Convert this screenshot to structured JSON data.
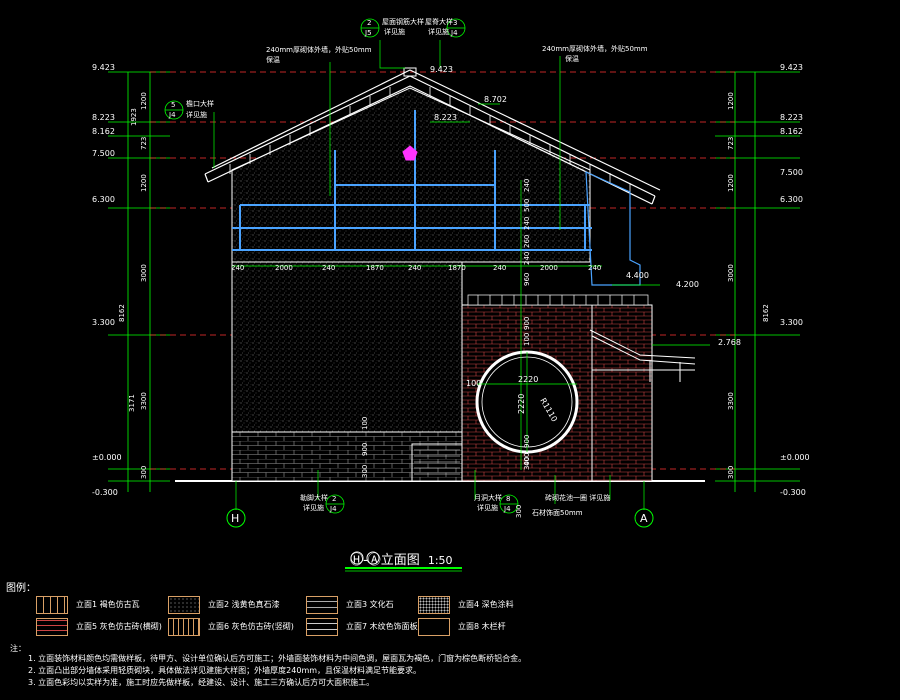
{
  "drawing": {
    "title": "Ⓗ-Ⓐ立面图",
    "scale": "1:50",
    "callouts": {
      "top_left_ref": "2",
      "top_left_sheet": "J5",
      "top_left_label_a": "屋面钢筋大样",
      "top_left_label_b": "详见施",
      "top_right_ref": "3",
      "top_right_sheet": "J4",
      "top_right_label_a": "屋脊大样",
      "top_right_label_b": "详见施",
      "wall_note_left": "240mm厚砌体外墙，外贴50mm",
      "wall_note_left_b": "保温",
      "wall_note_right": "240mm厚砌体外墙，外贴50mm",
      "wall_note_right_b": "保温",
      "eave_ref": "5",
      "eave_sheet": "J4",
      "eave_label_a": "檐口大样",
      "eave_label_b": "详见施",
      "base_left_ref": "2",
      "base_left_sheet": "J4",
      "base_left_label_a": "勒脚大样",
      "base_left_label_b": "详见施",
      "base_mid_ref": "8",
      "base_mid_sheet": "J4",
      "base_mid_label_a": "月洞大样",
      "base_mid_label_b": "详见施",
      "base_right_label": "砖砌花池一圈  详见施",
      "base_right_label_b": "石材饰面50mm"
    },
    "elevations": {
      "left": [
        "9.423",
        "8.223",
        "8.162",
        "7.500",
        "6.300",
        "3.300",
        "±0.000",
        "-0.300"
      ],
      "right": [
        "9.423",
        "8.223",
        "8.162",
        "7.500",
        "6.300",
        "3.300",
        "±0.000",
        "-0.300"
      ],
      "inner": [
        "9.423",
        "8.223",
        "8.702",
        "4.400",
        "4.200",
        "2.768"
      ]
    },
    "dims_left_outer": [
      "1200",
      "1923",
      "723",
      "1200",
      "3000",
      "3300",
      "300"
    ],
    "dims_left_inner": [
      "8162",
      "3171"
    ],
    "dims_right_outer": [
      "1200",
      "723",
      "1200",
      "3000",
      "3300",
      "300"
    ],
    "dims_right_inner": [
      "8162"
    ],
    "dims_top_row": [
      "240",
      "2000",
      "240",
      "1870",
      "240",
      "1870",
      "240",
      "2000",
      "240"
    ],
    "dims_vertical_mid": [
      "240",
      "500",
      "240",
      "260",
      "240",
      "960",
      "900",
      "100",
      "900",
      "300"
    ],
    "circle_dims": [
      "100",
      "2220",
      "2220",
      "R1110"
    ],
    "base_dims": [
      "100",
      "300",
      "900",
      "300",
      "400"
    ],
    "axis_left": "H",
    "axis_right": "A"
  },
  "legend": {
    "heading": "图例：",
    "items": [
      {
        "label": "立面1  褐色仿古瓦"
      },
      {
        "label": "立面2  浅黄色真石漆"
      },
      {
        "label": "立面3  文化石"
      },
      {
        "label": "立面4  深色涂料"
      },
      {
        "label": "立面5  灰色仿古砖(横砌)"
      },
      {
        "label": "立面6  灰色仿古砖(竖砌)"
      },
      {
        "label": "立面7  木纹色饰面板"
      },
      {
        "label": "立面8  木栏杆"
      }
    ]
  },
  "notes": {
    "heading": "注：",
    "lines": [
      "1. 立面装饰材料颜色均需做样板，待甲方、设计单位确认后方可施工；外墙面装饰材料为中间色调，屋面瓦为褐色，门窗为棕色断桥铝合金。",
      "2. 立面凸出部分墙体采用轻质砌块，具体做法详见建施大样图；外墙厚度240mm，且保温材料满足节能要求。",
      "3. 立面色彩均以实样为准，施工时应先做样板，经建设、设计、施工三方确认后方可大面积施工。"
    ]
  },
  "colors": {
    "background": "#000000",
    "outline": "#ffffff",
    "dim": "#00ff00",
    "dash": "#ff0000",
    "blue": "#4aa3ff",
    "cyan": "#00ffff",
    "yellow": "#ffff00",
    "magenta": "#ff33ff",
    "brick": "#cc3333",
    "orange": "#d9a066"
  }
}
